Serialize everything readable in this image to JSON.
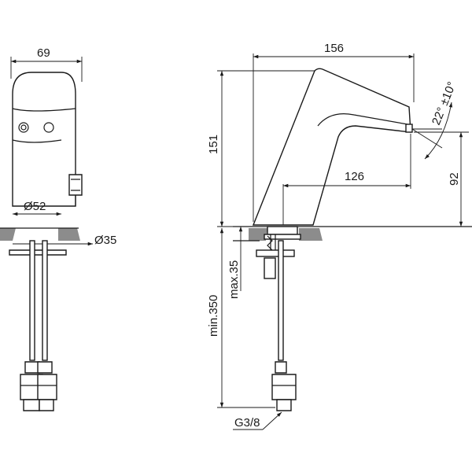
{
  "front_view": {
    "width_dim": "69",
    "base_diameter_dim": "Ø52",
    "hole_diameter_dim": "Ø35"
  },
  "side_view": {
    "length_dim": "156",
    "height_dim": "151",
    "spout_reach_dim": "126",
    "spout_height_dim": "92",
    "angle_dim": "22° ±10°",
    "max_thickness_dim": "max.35",
    "min_hose_dim": "min.350",
    "thread_dim": "G3/8"
  }
}
